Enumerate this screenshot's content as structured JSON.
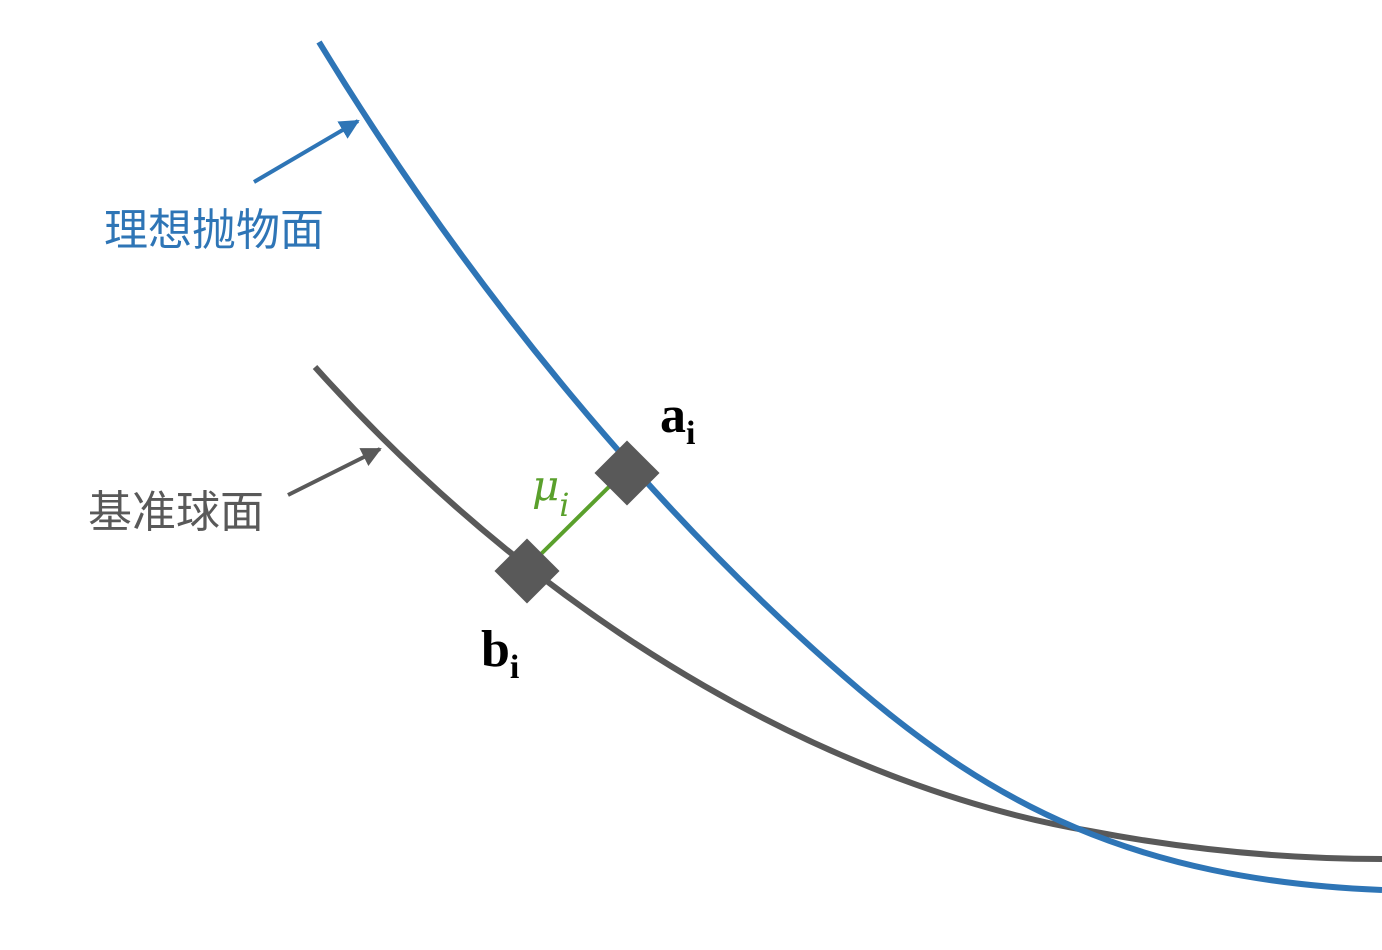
{
  "colors": {
    "paraboloid": "#2e75b6",
    "sphere": "#595959",
    "displacement": "#5aa02c",
    "marker": "#595959",
    "point_label": "#000000"
  },
  "labels": {
    "paraboloid": "理想抛物面",
    "sphere": "基准球面",
    "point_a": "a",
    "point_a_sub": "i",
    "point_b": "b",
    "point_b_sub": "i",
    "displacement": "μ",
    "displacement_sub": "i"
  }
}
